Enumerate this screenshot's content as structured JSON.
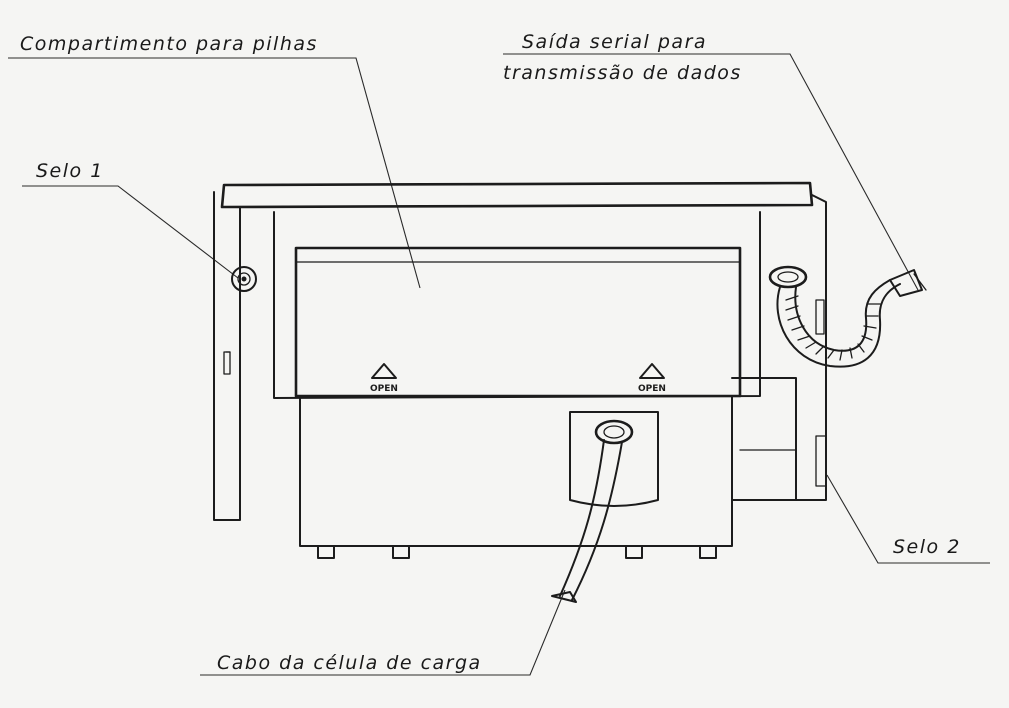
{
  "labels": {
    "compartment": "Compartimento para pilhas",
    "serial_line1": "Saída serial para",
    "serial_line2": "transmissão de dados",
    "selo1": "Selo 1",
    "selo2": "Selo 2",
    "load_cell_cable": "Cabo da célula de carga"
  },
  "door_markings": {
    "left": "OPEN",
    "right": "OPEN"
  },
  "colors": {
    "ink": "#1c1c1c",
    "paper": "#f5f5f3"
  }
}
